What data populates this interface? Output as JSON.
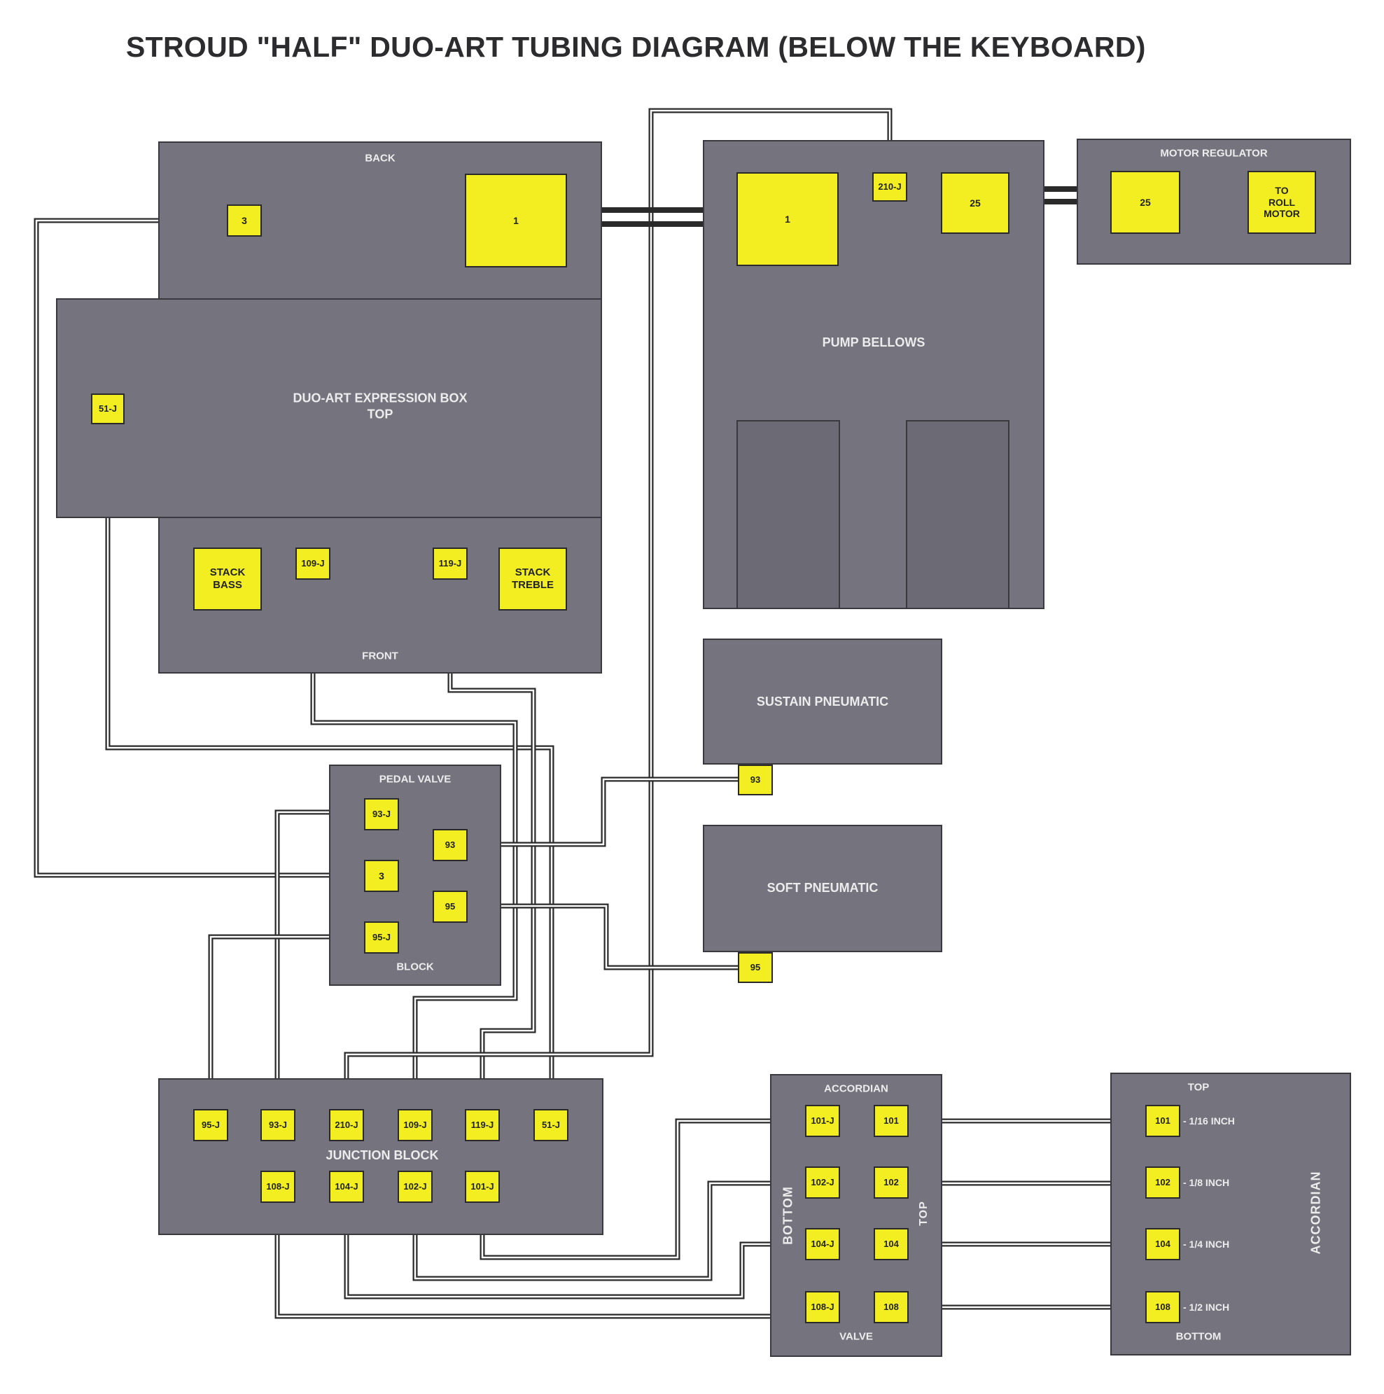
{
  "title": "STROUD \"HALF\" DUO-ART TUBING DIAGRAM (BELOW THE KEYBOARD)",
  "stack": {
    "back": "BACK",
    "front": "FRONT",
    "expression_box": "DUO-ART EXPRESSION BOX\nTOP",
    "port_3": "3",
    "port_1": "1",
    "port_51j": "51-J",
    "stack_bass": "STACK\nBASS",
    "port_109j": "109-J",
    "port_119j": "119-J",
    "stack_treble": "STACK\nTREBLE"
  },
  "pump": {
    "label": "PUMP BELLOWS",
    "port_1": "1",
    "port_210j": "210-J",
    "port_25": "25"
  },
  "motor_regulator": {
    "label": "MOTOR REGULATOR",
    "port_25": "25",
    "to_roll_motor": "TO\nROLL\nMOTOR"
  },
  "sustain": {
    "label": "SUSTAIN PNEUMATIC",
    "port_93": "93"
  },
  "soft": {
    "label": "SOFT PNEUMATIC",
    "port_95": "95"
  },
  "pedal_valve": {
    "label_top": "PEDAL VALVE",
    "label_bottom": "BLOCK",
    "port_93j": "93-J",
    "port_93": "93",
    "port_3": "3",
    "port_95": "95",
    "port_95j": "95-J"
  },
  "junction": {
    "label": "JUNCTION BLOCK",
    "top_ports": [
      "95-J",
      "93-J",
      "210-J",
      "109-J",
      "119-J",
      "51-J"
    ],
    "bottom_ports": [
      "108-J",
      "104-J",
      "102-J",
      "101-J"
    ]
  },
  "accordian_valve": {
    "label_top": "ACCORDIAN",
    "label_bottom": "VALVE",
    "label_left": "BOTTOM",
    "label_right": "TOP",
    "left_ports": [
      "101-J",
      "102-J",
      "104-J",
      "108-J"
    ],
    "right_ports": [
      "101",
      "102",
      "104",
      "108"
    ]
  },
  "accordian": {
    "label_top": "TOP",
    "label_bottom": "BOTTOM",
    "label_side": "ACCORDIAN",
    "ports": [
      "101",
      "102",
      "104",
      "108"
    ],
    "sizes": [
      "- 1/16 INCH",
      "- 1/8 INCH",
      "- 1/4 INCH",
      "- 1/2 INCH"
    ]
  },
  "colors": {
    "panel": "#75737e",
    "port": "#f3ee21",
    "tube": "#2a2a2a"
  }
}
